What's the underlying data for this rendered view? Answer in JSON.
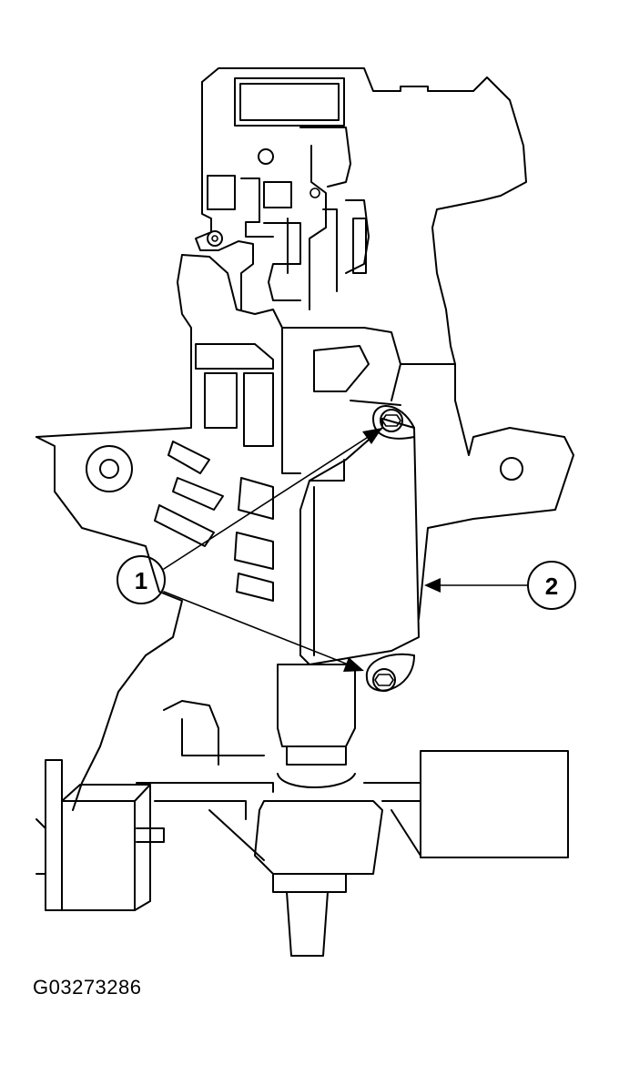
{
  "callouts": [
    {
      "label": "1"
    },
    {
      "label": "2"
    }
  ],
  "figure_id": "G03273286"
}
